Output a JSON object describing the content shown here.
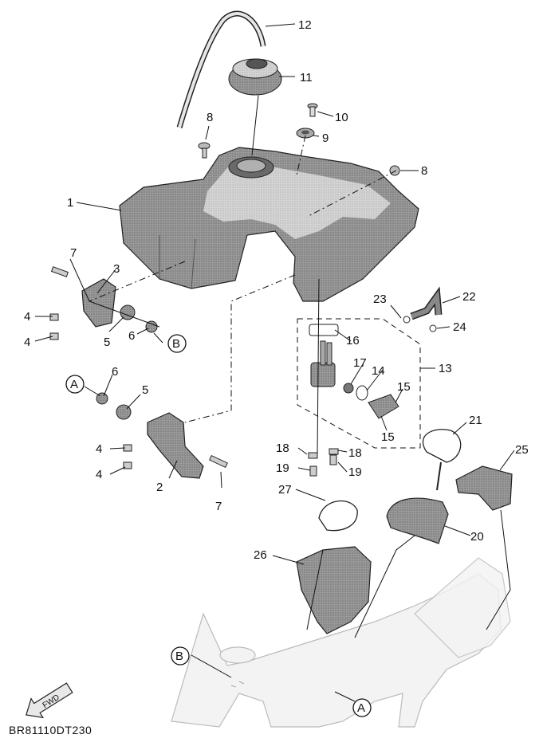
{
  "diagram_code": "BR81110DT230",
  "fwd_label": "FWD",
  "callouts": [
    "1",
    "2",
    "3",
    "4",
    "5",
    "6",
    "7",
    "8",
    "9",
    "10",
    "11",
    "12",
    "13",
    "14",
    "15",
    "16",
    "17",
    "18",
    "19",
    "20",
    "21",
    "22",
    "23",
    "24",
    "25",
    "26",
    "27"
  ],
  "refs": {
    "a": "A",
    "b": "B"
  }
}
